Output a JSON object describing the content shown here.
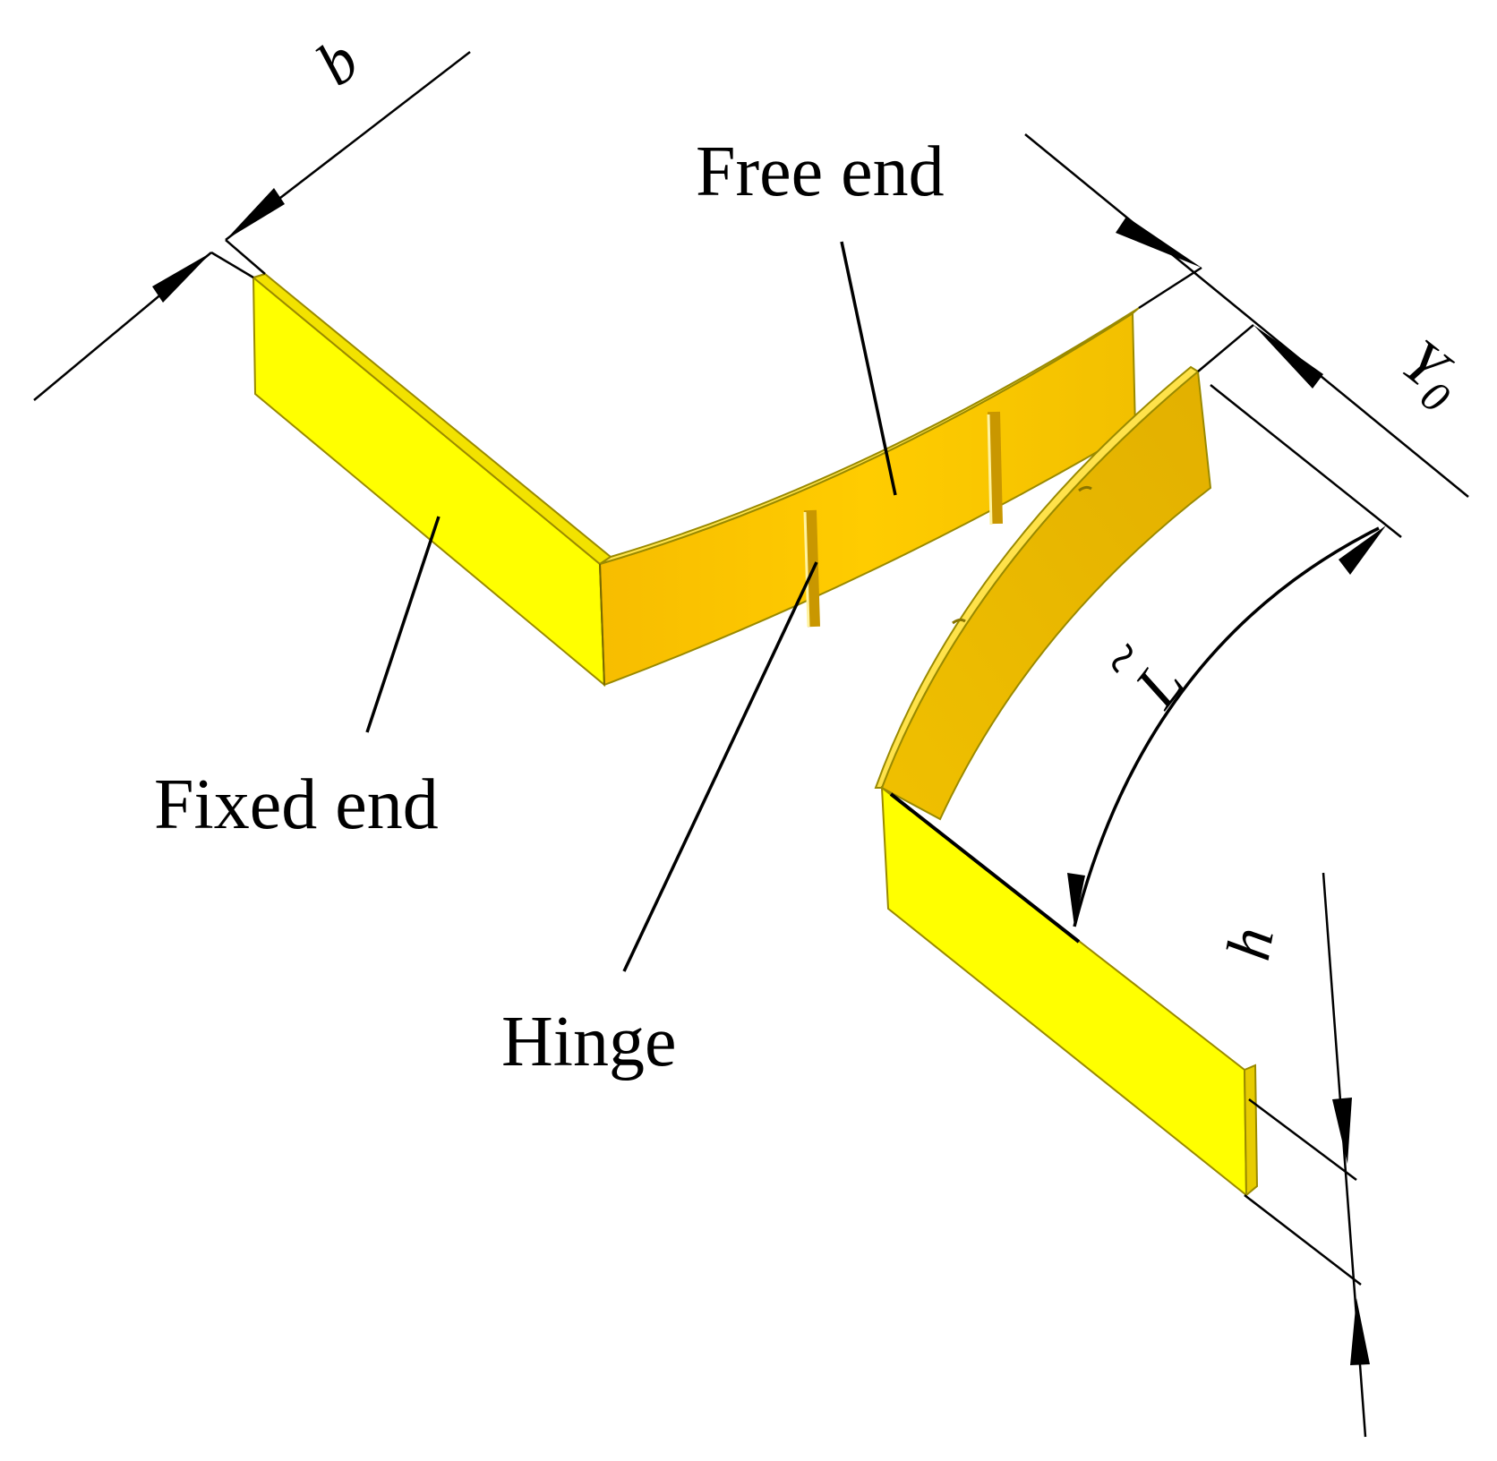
{
  "labels": {
    "free_end": "Free end",
    "fixed_end": "Fixed end",
    "hinge": "Hinge",
    "dim_b": "b",
    "dim_y0_main": "Y",
    "dim_y0_sub": "0",
    "dim_l_tilde": "~",
    "dim_l": "L",
    "dim_h": "h"
  },
  "colors": {
    "beam_yellow": "#ffff00",
    "beam_top": "#f6e400",
    "curved_front": "#f7c200",
    "curved_shade": "#e8b800",
    "background": "#ffffff",
    "ink": "#000000"
  }
}
